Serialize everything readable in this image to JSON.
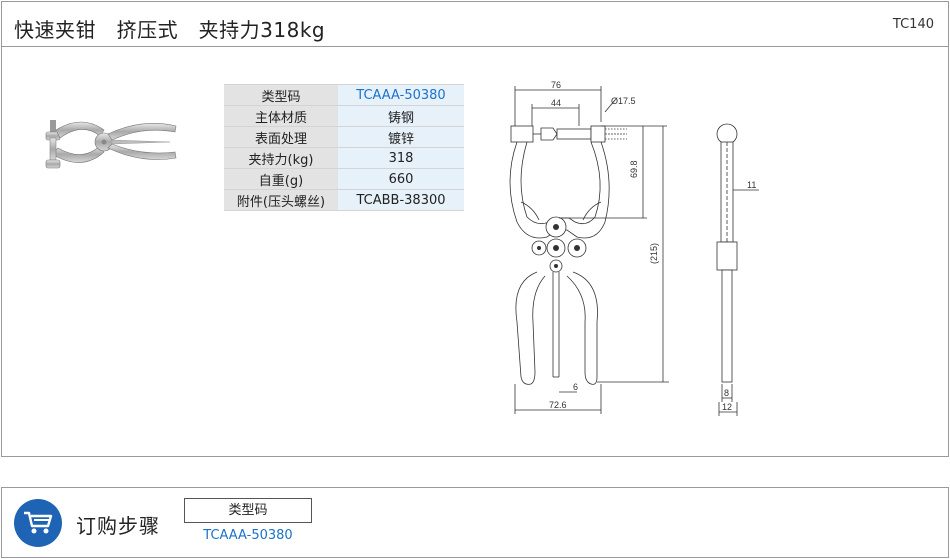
{
  "header": {
    "title": "快速夹钳   挤压式   夹持力318kg",
    "code": "TC140"
  },
  "spec_table": {
    "rows": [
      {
        "key": "类型码",
        "value": "TCAAA-50380"
      },
      {
        "key": "主体材质",
        "value": "铸钢"
      },
      {
        "key": "表面处理",
        "value": "镀锌"
      },
      {
        "key": "夹持力(kg)",
        "value": "318"
      },
      {
        "key": "自重(g)",
        "value": "660"
      },
      {
        "key": "附件(压头螺丝)",
        "value": "TCABB-38300"
      }
    ]
  },
  "drawing": {
    "dims": {
      "width_top": "76",
      "width_inner": "44",
      "diameter": "Ø17.5",
      "height_upper": "69.8",
      "height_total": "(215)",
      "gap": "6",
      "width_bottom": "72.6",
      "side_11": "11",
      "side_8": "8",
      "side_12": "12"
    }
  },
  "order": {
    "title": "订购步骤",
    "header": "类型码",
    "value": "TCAAA-50380"
  },
  "colors": {
    "accent_blue": "#1a73c9",
    "cart_blue": "#1f63b5",
    "key_bg": "#e3e3e3",
    "value_bg": "#e7f1fa"
  }
}
